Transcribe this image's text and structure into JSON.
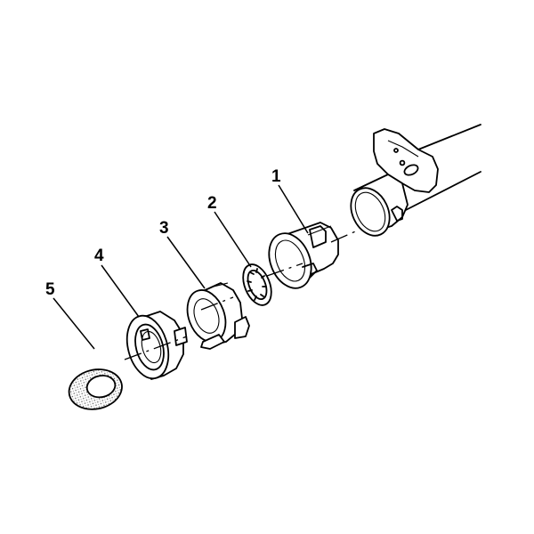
{
  "callouts": [
    {
      "id": "1",
      "label": "1"
    },
    {
      "id": "2",
      "label": "2"
    },
    {
      "id": "3",
      "label": "3"
    },
    {
      "id": "4",
      "label": "4"
    },
    {
      "id": "5",
      "label": "5"
    }
  ],
  "icons": {
    "column": "steering-column-tube-icon",
    "part1": "lock-housing-sleeve-icon",
    "part2": "retaining-ring-icon",
    "part3": "bearing-adapter-icon",
    "part4": "bearing-race-icon",
    "part5": "washer-icon"
  }
}
